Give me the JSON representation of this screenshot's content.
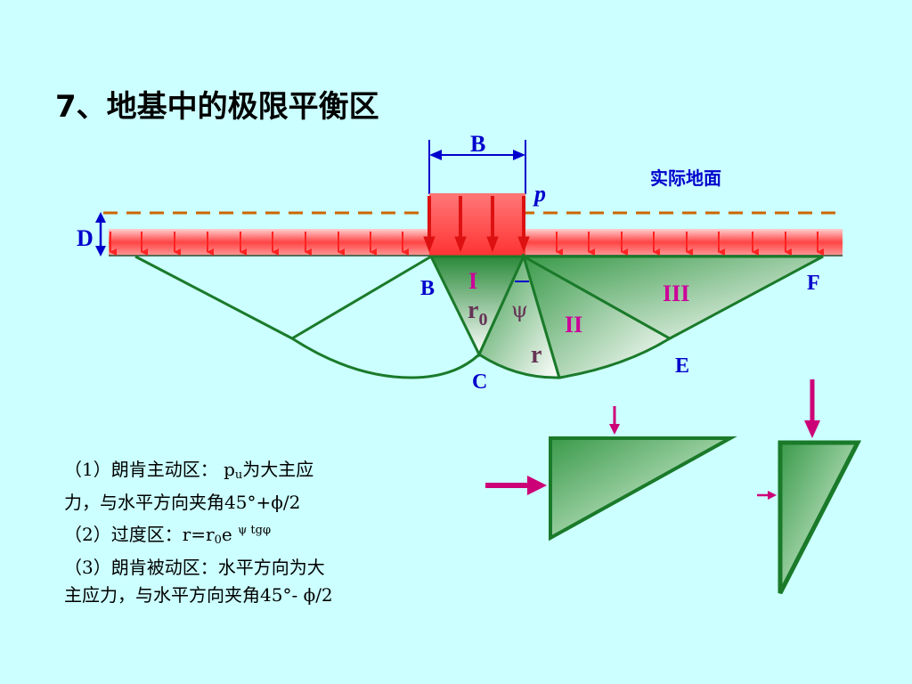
{
  "title": "7、地基中的极限平衡区",
  "labels": {
    "width_B": "B",
    "load_p": "p",
    "ground_surface": "实际地面",
    "depth_D": "D",
    "point_B": "B",
    "point_C": "C",
    "point_E": "E",
    "point_F": "F",
    "zone_I": "I",
    "zone_II": "II",
    "zone_III": "III",
    "r0_base": "r",
    "r0_sub": "0",
    "psi": "ψ",
    "r": "r"
  },
  "notes": {
    "n1_a": "（1）朗肯主动区：  p",
    "n1_sub": "u",
    "n1_b": "为大主应",
    "n1_line2": "力，与水平方向夹角45°+ϕ/2",
    "n2_a": "（2）过度区：r=r",
    "n2_sub": "0",
    "n2_b": "e ",
    "n2_sup": "ψ tgφ",
    "n3_line1": "（3）朗肯被动区：水平方向为大",
    "n3_line2": "主应力，与水平方向夹角45°- ϕ/2"
  },
  "colors": {
    "background": "#ccffff",
    "label_blue": "#0000cc",
    "label_magenta": "#cc0099",
    "zone_stroke": "#1a7a2a",
    "load_red": "#ff3333",
    "arrow_magenta": "#cc0077",
    "dash_orange": "#cc6600"
  }
}
